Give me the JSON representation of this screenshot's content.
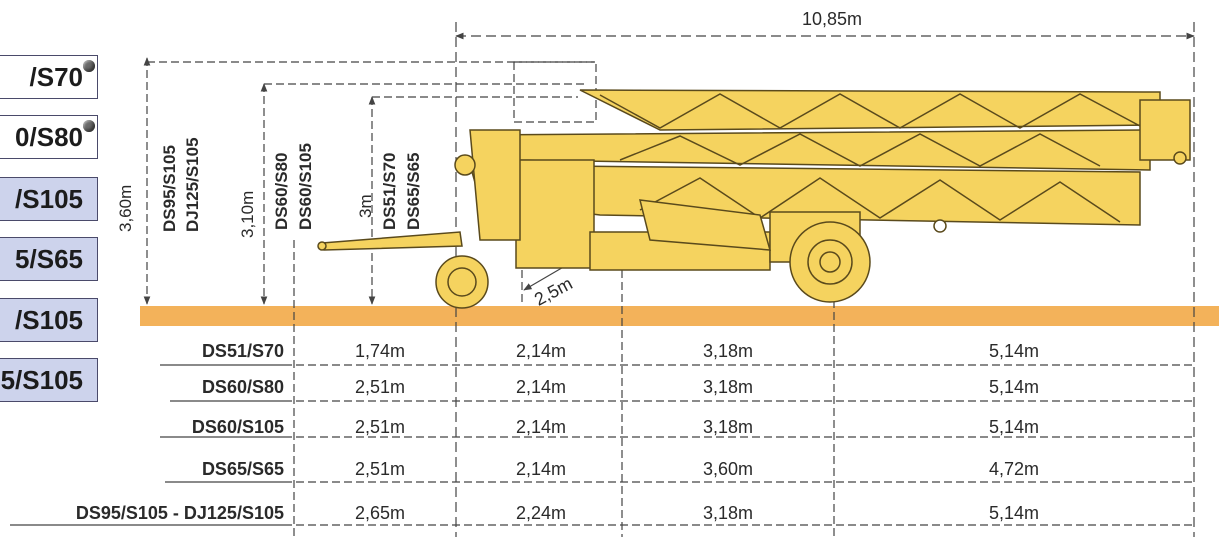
{
  "model_tabs": [
    {
      "label": "/S70",
      "style": "white",
      "dot": true
    },
    {
      "label": "0/S80",
      "style": "white",
      "dot": true
    },
    {
      "label": "/S105",
      "style": "blue",
      "dot": false
    },
    {
      "label": "5/S65",
      "style": "blue",
      "dot": false
    },
    {
      "label": "/S105",
      "style": "blue",
      "dot": false
    },
    {
      "label": "5/S105",
      "style": "blue",
      "dot": false
    }
  ],
  "dimensions": {
    "overall_length": "10,85m",
    "height_1": "3,60m",
    "height_1_models": [
      "DS95/S105",
      "DJ125/S105"
    ],
    "height_2": "3,10m",
    "height_2_models": [
      "DS60/S80",
      "DS60/S105"
    ],
    "height_3": "3m",
    "height_3_models": [
      "DS51/S70",
      "DS65/S65"
    ],
    "radius": "2,5m"
  },
  "table": {
    "rows": [
      {
        "model": "DS51/S70",
        "values": [
          "1,74m",
          "2,14m",
          "3,18m",
          "5,14m"
        ]
      },
      {
        "model": "DS60/S80",
        "values": [
          "2,51m",
          "2,14m",
          "3,18m",
          "5,14m"
        ]
      },
      {
        "model": "DS60/S105",
        "values": [
          "2,51m",
          "2,14m",
          "3,18m",
          "5,14m"
        ]
      },
      {
        "model": "DS65/S65",
        "values": [
          "2,51m",
          "2,14m",
          "3,60m",
          "4,72m"
        ]
      },
      {
        "model": "DS95/S105 - DJ125/S105",
        "values": [
          "2,65m",
          "2,24m",
          "3,18m",
          "5,14m"
        ]
      }
    ]
  },
  "colors": {
    "crane_yellow": "#f5d35f",
    "crane_outline": "#5a4a1c",
    "ground": "#f3b25a",
    "tab_blue": "#cdd3ec",
    "dim_line": "#444444"
  }
}
